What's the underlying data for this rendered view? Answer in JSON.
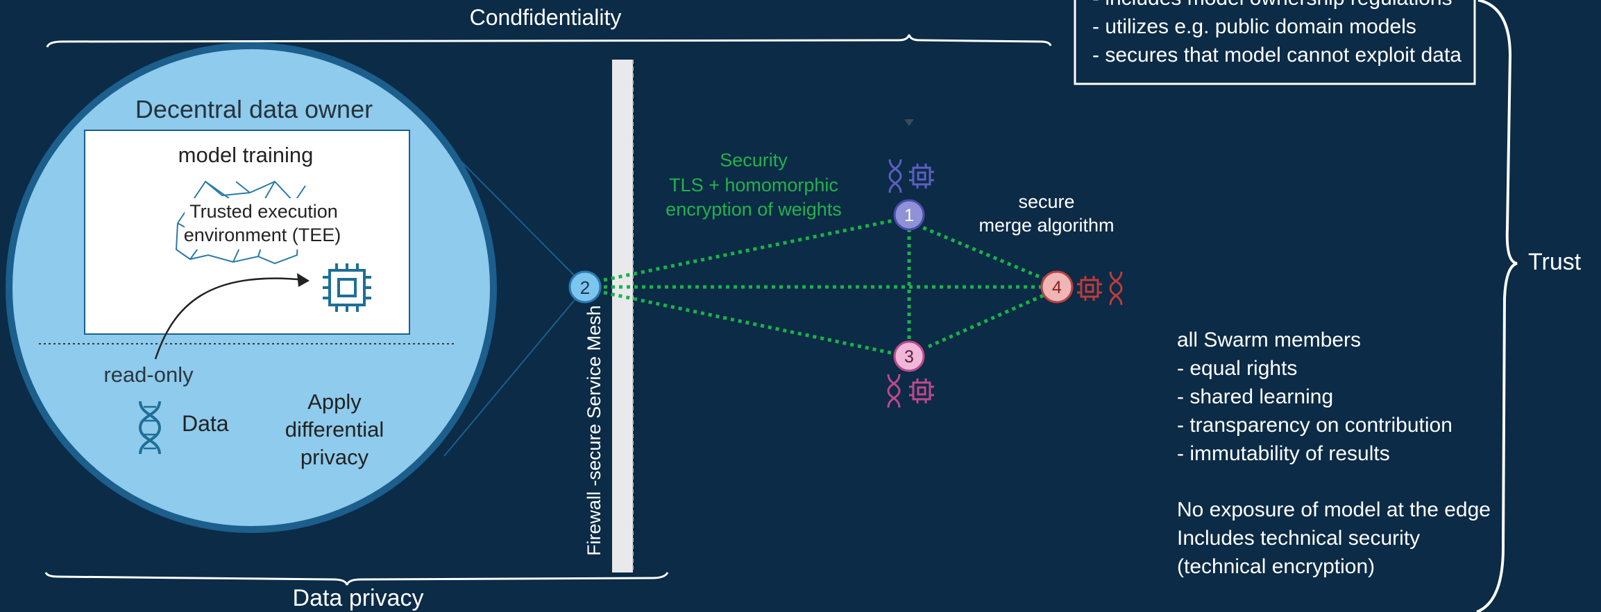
{
  "colors": {
    "background": "#0b2b46",
    "circle_fill": "#8ecbec",
    "circle_stroke": "#1c5e8c",
    "mesh_line": "#19b34a",
    "security_text": "#22b24c",
    "white": "#ffffff",
    "node1": "#8f92d6",
    "node2": "#7cc5ee",
    "node3": "#f2b6d9",
    "node4": "#f0b6b6",
    "icon_teal": "#1f6e97",
    "icon_blue": "#5c5fc0",
    "icon_pink": "#c0488c",
    "icon_red": "#c03a3a"
  },
  "header": {
    "confidentiality": "Condfidentiality"
  },
  "footer": {
    "data_privacy": "Data privacy"
  },
  "trust_label": "Trust",
  "top_box": {
    "lines": [
      "- includes model ownership regulations",
      "- utilizes e.g. public domain models",
      "- secures that model cannot exploit data"
    ]
  },
  "data_owner": {
    "title": "Decentral data owner",
    "training_title": "model training",
    "tee_line1": "Trusted execution",
    "tee_line2": "environment (TEE)",
    "read_only": "read-only",
    "data_label": "Data",
    "dp_line1": "Apply",
    "dp_line2": "differential",
    "dp_line3": "privacy",
    "chip_icon": "chip-icon",
    "dna_icon": "dna-icon"
  },
  "firewall": {
    "label": "Firewall -secure Service Mesh"
  },
  "security": {
    "line1": "Security",
    "line2": "TLS + homomorphic",
    "line3": "encryption of weights"
  },
  "merge": {
    "line1": "secure",
    "line2": "merge algorithm"
  },
  "nodes": [
    {
      "id": "1"
    },
    {
      "id": "2"
    },
    {
      "id": "3"
    },
    {
      "id": "4"
    }
  ],
  "swarm": {
    "lines": [
      "all Swarm members",
      "- equal rights",
      "- shared learning",
      "- transparency on contribution",
      "- immutability of results"
    ],
    "lines2": [
      "No exposure of model at the edge",
      "Includes technical security",
      "(technical encryption)"
    ]
  }
}
